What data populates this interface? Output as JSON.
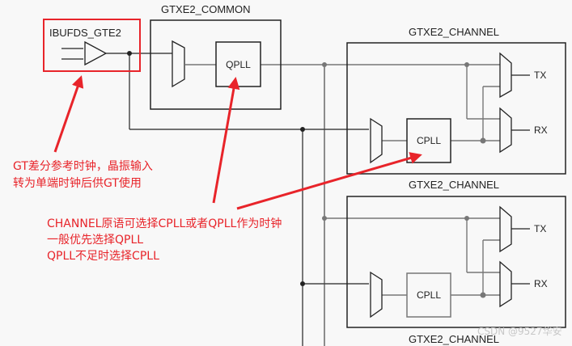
{
  "diagram": {
    "ibufds_label": "IBUFDS_GTE2",
    "common_label": "GTXE2_COMMON",
    "qpll_label": "QPLL",
    "channels": [
      {
        "title": "GTXE2_CHANNEL",
        "cpll_label": "CPLL",
        "tx_label": "TX",
        "rx_label": "RX"
      },
      {
        "title": "GTXE2_CHANNEL",
        "cpll_label": "CPLL",
        "tx_label": "TX",
        "rx_label": "RX"
      }
    ],
    "bottom_channel_title": "GTXE2_CHANNEL"
  },
  "annotations": {
    "ibufds_note": [
      "GT差分参考时钟，晶振输入",
      "转为单端时钟后供GT使用"
    ],
    "pll_note": [
      "CHANNEL原语可选择CPLL或者QPLL作为时钟",
      "一般优先选择QPLL",
      "QPLL不足时选择CPLL"
    ]
  },
  "watermark": "CSDN @9527华安",
  "colors": {
    "annotation": "#e8242a",
    "line_dark": "#222222",
    "line_gray": "#777777"
  }
}
